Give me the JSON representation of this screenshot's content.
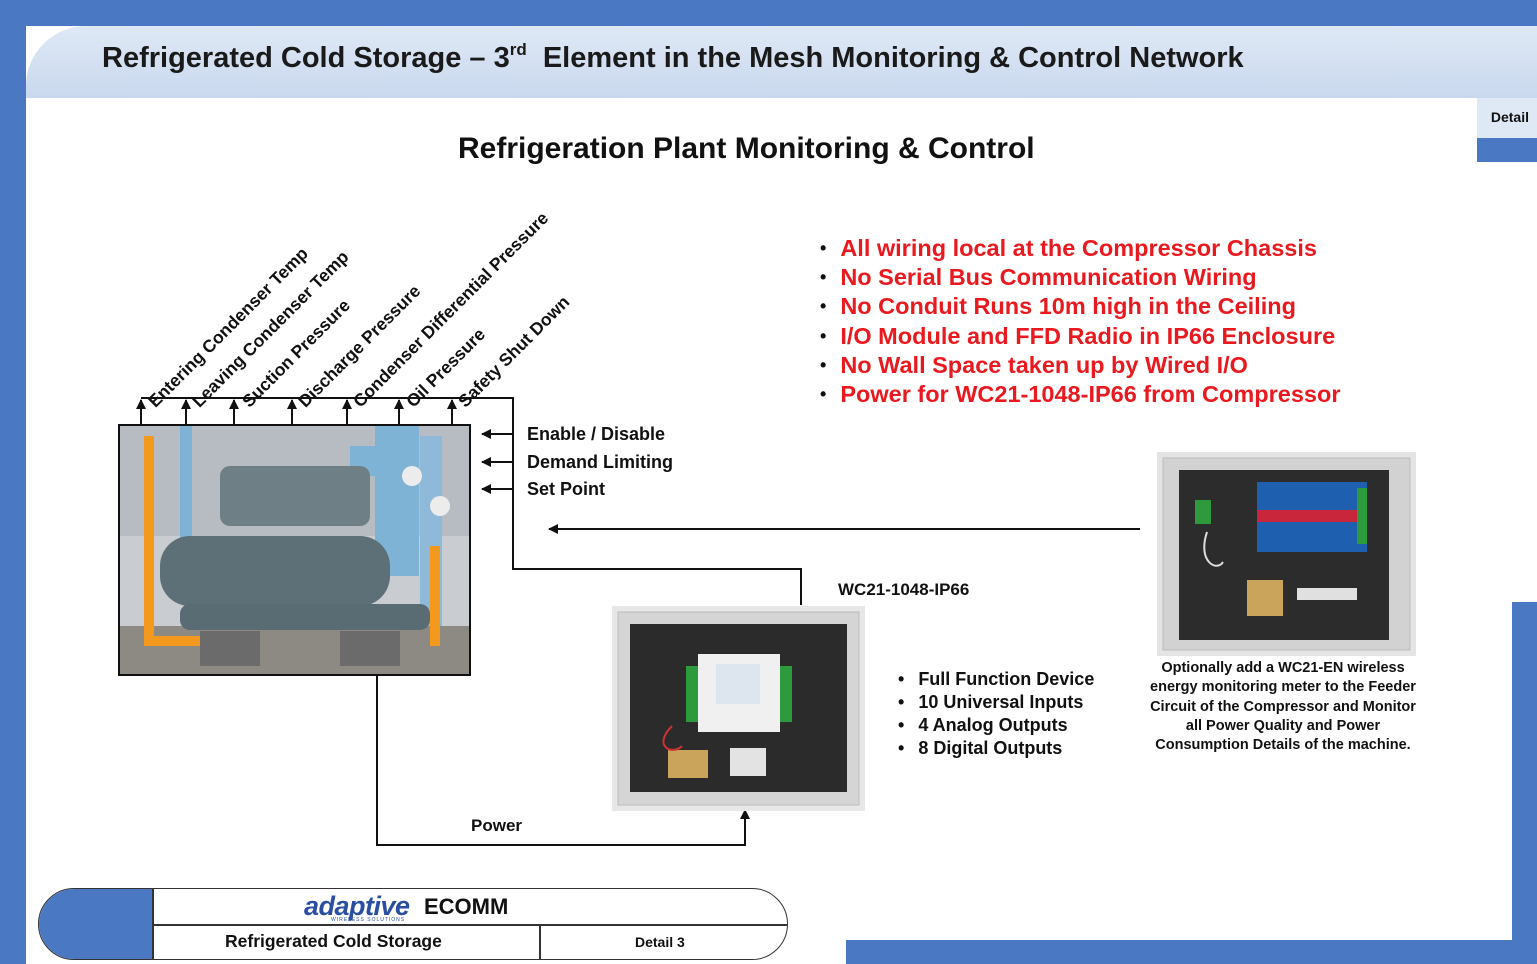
{
  "header": {
    "title_pre": "Refrigerated Cold Storage – 3",
    "title_sup": "rd",
    "title_post": "  Element in the Mesh Monitoring & Control Network",
    "tab_label": "Detail"
  },
  "diagram": {
    "subtitle": "Refrigeration Plant Monitoring & Control",
    "sensor_outputs": [
      "Entering Condenser Temp",
      "Leaving Condenser Temp",
      "Suction Pressure",
      "Discharge Pressure",
      "Condenser Differential Pressure",
      "Oil Pressure",
      "Safety Shut Down"
    ],
    "control_inputs": [
      "Enable / Disable",
      "Demand Limiting",
      "Set Point"
    ],
    "benefits": [
      "All wiring local at the Compressor Chassis",
      "No Serial Bus Communication Wiring",
      "No Conduit Runs 10m high in the Ceiling",
      "I/O Module and FFD Radio in IP66 Enclosure",
      "No Wall Space taken up by Wired I/O",
      "Power for WC21-1048-IP66 from Compressor"
    ],
    "device_name": "WC21-1048-IP66",
    "device_features": [
      "Full Function Device",
      "10 Universal Inputs",
      "4 Analog Outputs",
      "8 Digital Outputs"
    ],
    "power_label": "Power",
    "meter_note": "Optionally add a WC21-EN wireless energy monitoring meter to the Feeder Circuit of the Compressor and Monitor all Power Quality and Power Consumption Details of the machine."
  },
  "footer": {
    "logo": "adaptive",
    "logo_tagline": "WIRELESS SOLUTIONS",
    "brand": "ECOMM",
    "section": "Refrigerated Cold Storage",
    "page": "Detail 3"
  },
  "colors": {
    "frame_blue": "#4a78c2",
    "header_band": "#dfe9f6",
    "benefit_red": "#e8191f"
  }
}
